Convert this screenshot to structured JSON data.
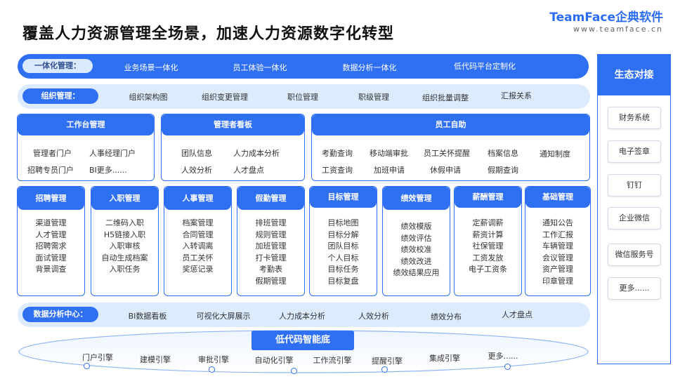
{
  "title": "覆盖人力资源管理全场景，加速人力资源数字化转型",
  "logo": {
    "brand": "TeamFace企典软件",
    "url": "www.teamface.cn"
  },
  "row_integration": {
    "label": "一体化管理：",
    "items": [
      "业务场景一体化",
      "员工体验一体化",
      "数据分析一体化",
      "低代码平台定制化"
    ]
  },
  "row_org": {
    "label": "组织管理：",
    "items": [
      "组织架构图",
      "组织变更管理",
      "职位管理",
      "职级管理",
      "组织批量调整",
      "汇报关系"
    ]
  },
  "workbench": {
    "title": "工作台管理",
    "items": [
      "管理者门户",
      "人事经理门户",
      "招聘专员门户",
      "BI更多......"
    ]
  },
  "manager_board": {
    "title": "管理者看板",
    "items": [
      "团队信息",
      "人力成本分析",
      "人效分析",
      "人才盘点"
    ]
  },
  "self_service": {
    "title": "员工自助",
    "items": [
      "考勤查询",
      "移动端审批",
      "员工关怀提醒",
      "档案信息",
      "通知制度",
      "工资查询",
      "加班申请",
      "休假申请",
      "假期查询"
    ]
  },
  "modules": [
    {
      "title": "招聘管理",
      "items": [
        "渠道管理",
        "人才管理",
        "招聘需求",
        "面试管理",
        "背景调查"
      ]
    },
    {
      "title": "入职管理",
      "items": [
        "二维码入职",
        "H5链接入职",
        "入职审核",
        "自动生成档案",
        "入职任务"
      ]
    },
    {
      "title": "人事管理",
      "items": [
        "档案管理",
        "合同管理",
        "入转调离",
        "员工关怀",
        "奖惩记录"
      ]
    },
    {
      "title": "假勤管理",
      "items": [
        "排班管理",
        "规则管理",
        "加班管理",
        "打卡管理",
        "考勤表",
        "假期管理"
      ]
    },
    {
      "title": "目标管理",
      "items": [
        "目标地图",
        "目标分解",
        "团队目标",
        "个人目标",
        "目标任务",
        "目标复盘"
      ]
    },
    {
      "title": "绩效管理",
      "items": [
        "绩效模版",
        "绩效评估",
        "绩效校准",
        "绩效改进",
        "绩效结果应用"
      ]
    },
    {
      "title": "薪酬管理",
      "items": [
        "定薪调薪",
        "薪资计算",
        "社保管理",
        "工资发放",
        "电子工资条"
      ]
    },
    {
      "title": "基础管理",
      "items": [
        "通知公告",
        "工作汇报",
        "车辆管理",
        "会议管理",
        "资产管理",
        "印章管理"
      ]
    }
  ],
  "row_analytics": {
    "label": "数据分析中心：",
    "items": [
      "BI数据看板",
      "可视化大屏展示",
      "人力成本分析",
      "人效分析",
      "绩效分布",
      "人才盘点"
    ]
  },
  "lowcode_base": {
    "title": "低代码智能底",
    "engines": [
      "门户引擎",
      "建模引擎",
      "审批引擎",
      "自动化引擎",
      "工作流引擎",
      "提醒引擎",
      "集成引擎",
      "更多......"
    ]
  },
  "ecosystem": {
    "title": "生态对接",
    "items": [
      "财务系统",
      "电子签章",
      "钉钉",
      "企业微信",
      "微信服务号",
      "更多......"
    ]
  },
  "colors": {
    "primary": "#2f6ff2",
    "light_bar": "#dcebfd"
  }
}
